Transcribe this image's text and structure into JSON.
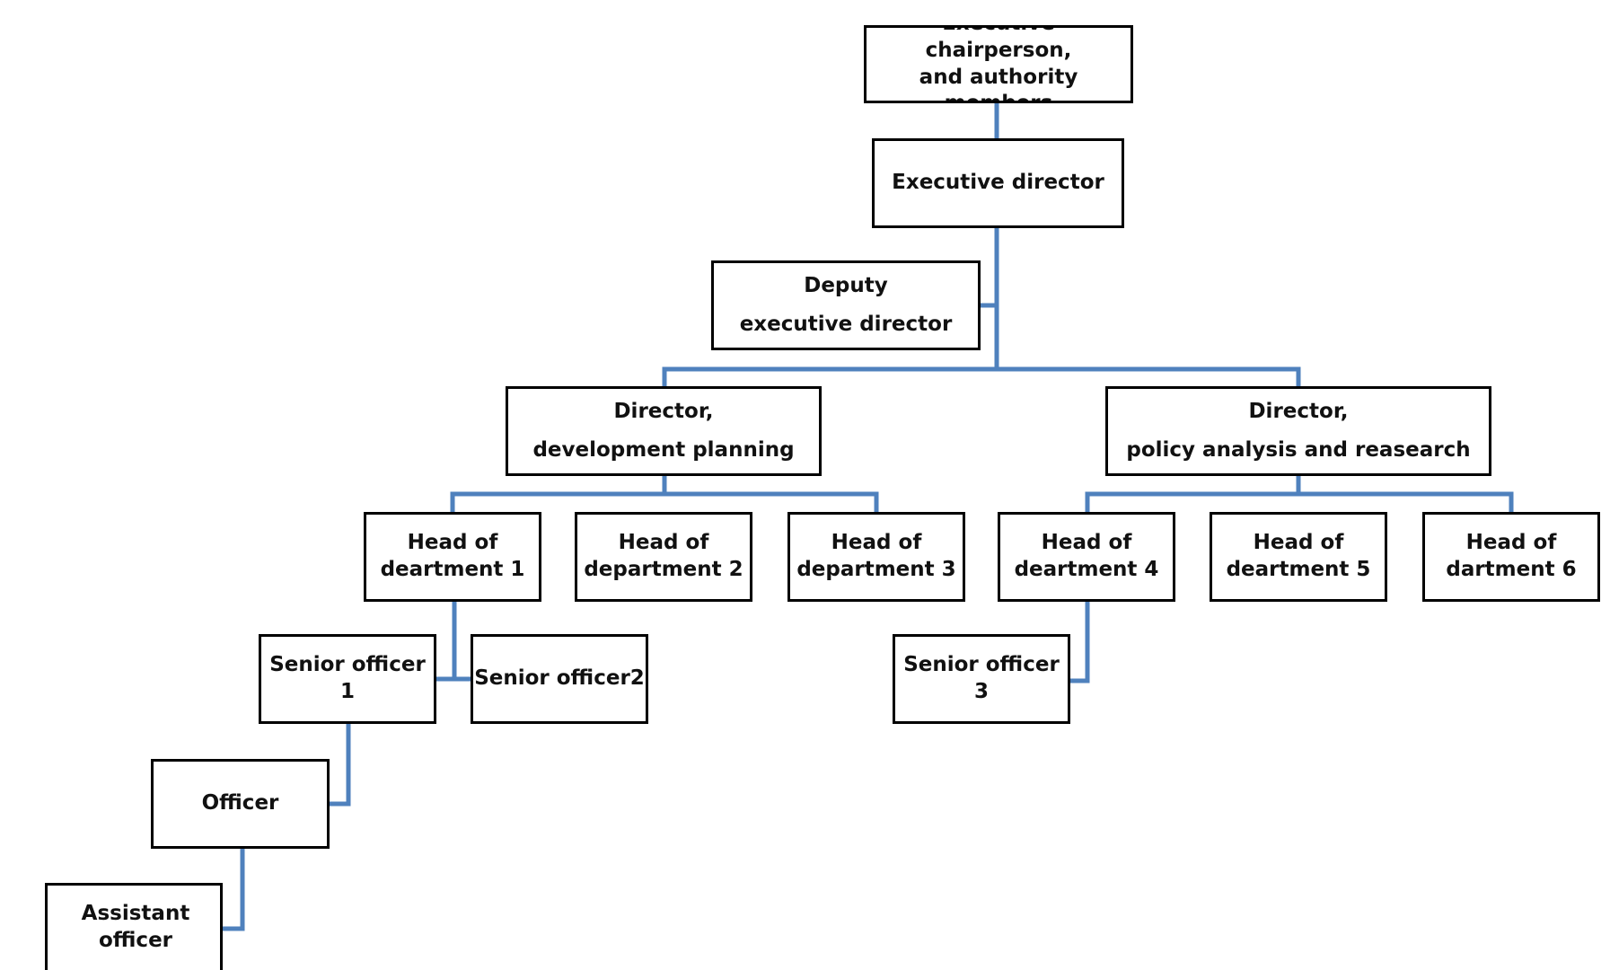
{
  "colors": {
    "connector": "#4F81BD",
    "border": "#000000",
    "text": "#111111",
    "background": "#FFFFFF"
  },
  "nodes": {
    "chair": "Executive chairperson,\nand authority members",
    "exec_director": "Executive director",
    "deputy": "Deputy\nexecutive director",
    "director_dev": "Director,\ndevelopment planning",
    "director_policy": "Director,\npolicy analysis and reasearch",
    "head1": "Head of\ndeartment 1",
    "head2": "Head of\ndepartment 2",
    "head3": "Head of\ndepartment 3",
    "head4": "Head of\ndeartment 4",
    "head5": "Head of\ndeartment 5",
    "head6": "Head of\ndartment 6",
    "senior1": "Senior officer 1",
    "senior2": "Senior officer2",
    "senior3": "Senior officer 3",
    "officer": "Officer",
    "assistant": "Assistant officer"
  }
}
